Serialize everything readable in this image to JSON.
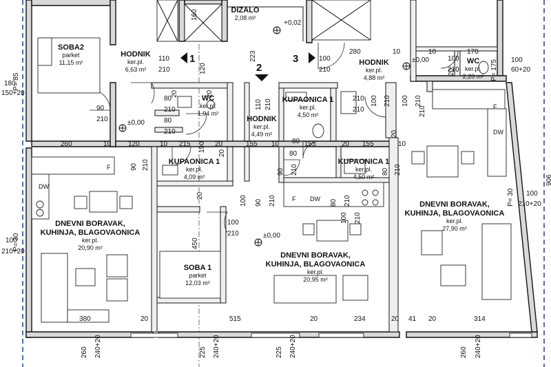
{
  "rooms": [
    {
      "id": "soba2",
      "name": "SOBA2",
      "floor": "parket",
      "area": "11,15 m²"
    },
    {
      "id": "dizalo",
      "name": "DIZALO",
      "floor": "",
      "area": "2,08 m²"
    },
    {
      "id": "hodnik-l",
      "name": "HODNIK",
      "floor": "ker.pl.",
      "area": "6,63 m²"
    },
    {
      "id": "hodnik-r",
      "name": "HODNIK",
      "floor": "ker.pl.",
      "area": "4,88 m²"
    },
    {
      "id": "wc-r",
      "name": "WC",
      "floor": "ker.pl.",
      "area": "2,20 m²"
    },
    {
      "id": "wc-l",
      "name": "WC",
      "floor": "ker.pl.",
      "area": "1,94 m²"
    },
    {
      "id": "kupaonica-1a",
      "name": "KUPAONICA 1",
      "floor": "ker.pl.",
      "area": "4,50 m²"
    },
    {
      "id": "hodnik-c",
      "name": "HODNIK",
      "floor": "ker.pl.",
      "area": "4,49 m²"
    },
    {
      "id": "kupaonica-1b",
      "name": "KUPAONICA 1",
      "floor": "ker.pl.",
      "area": "4,09 m²"
    },
    {
      "id": "kupaonica-1c",
      "name": "KUPAONICA 1",
      "floor": "ker.pl.",
      "area": "4,50 m²"
    },
    {
      "id": "dnevni-l",
      "name1": "DNEVNI BORAVAK,",
      "name2": "KUHINJA, BLAGOVAONICA",
      "floor": "ker.pl.",
      "area": "20,90 m²"
    },
    {
      "id": "dnevni-r",
      "name1": "DNEVNI BORAVAK,",
      "name2": "KUHINJA, BLAGOVAONICA",
      "floor": "ker.pl.",
      "area": "27,90 m²"
    },
    {
      "id": "dnevni-c",
      "name1": "DNEVNI BORAVAK,",
      "name2": "KUHINJA, BLAGOVAONICA",
      "floor": "ker.pl.",
      "area": "20,95 m²"
    },
    {
      "id": "soba1",
      "name": "SOBA 1",
      "floor": "parket",
      "area": "12,03 m²"
    }
  ],
  "levels": [
    "+0,02",
    "±0,00",
    "±0,00",
    "±0,00"
  ],
  "section_marks": [
    "1",
    "2",
    "3"
  ],
  "appliance_labels": {
    "f": "F",
    "dw": "DW"
  },
  "dimensions": {
    "top": [
      "280",
      "10",
      "170",
      "10"
    ],
    "row_a": [
      "260",
      "10",
      "120",
      "10",
      "215",
      "20",
      "155",
      "10",
      "80",
      "155",
      "20",
      "155",
      "10"
    ],
    "bottom": [
      "380",
      "20",
      "515",
      "20",
      "234",
      "20",
      "41",
      "20",
      "314"
    ],
    "bottom_openings": [
      "260",
      "240+20",
      "225",
      "240+20",
      "225",
      "240+20",
      "260",
      "240+20"
    ],
    "doors": [
      "110",
      "210",
      "90",
      "210",
      "80",
      "210",
      "80",
      "210",
      "100",
      "210",
      "110",
      "210",
      "100",
      "210",
      "90",
      "210",
      "100",
      "210",
      "90",
      "210",
      "100",
      "210",
      "80",
      "210",
      "210",
      "80",
      "210",
      "100",
      "210",
      "90",
      "210",
      "80",
      "210",
      "100",
      "210",
      "100",
      "210"
    ],
    "misc": [
      "160",
      "120",
      "223",
      "190",
      "450",
      "20",
      "20",
      "20",
      "20",
      "20",
      "20"
    ],
    "left": [
      "180",
      "150+20",
      "P= 85",
      "100",
      "210+20",
      "P= 30"
    ],
    "right": [
      "100",
      "60+20",
      "P= 175",
      "100",
      "210+20",
      "P= 30",
      "906"
    ]
  }
}
